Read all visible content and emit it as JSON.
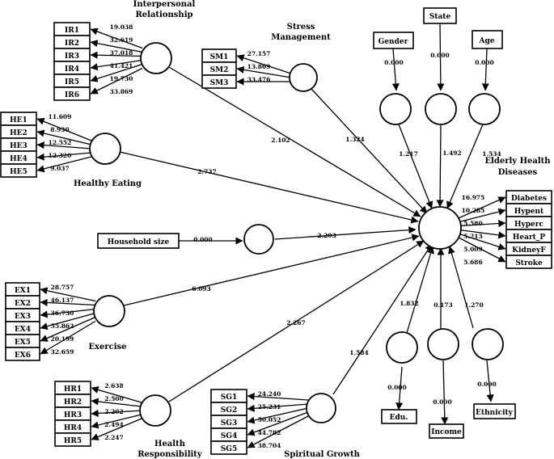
{
  "constructs": {
    "interpersonal": {
      "title": [
        "Interpersonal",
        "Relationship"
      ],
      "indicators": [
        "IR1",
        "IR2",
        "IR3",
        "IR4",
        "IR5",
        "IR6"
      ],
      "weights": [
        "19.038",
        "32.619",
        "37.018",
        "41.421",
        "19.730",
        "33.869"
      ]
    },
    "stress": {
      "title": [
        "Stress",
        "Management"
      ],
      "indicators": [
        "SM1",
        "SM2",
        "SM3"
      ],
      "weights": [
        "27.157",
        "13.869",
        "33.476"
      ]
    },
    "healthy_eating": {
      "title": [
        "Healthy Eating"
      ],
      "indicators": [
        "HE1",
        "HE2",
        "HE3",
        "HE4",
        "HE5"
      ],
      "weights": [
        "11.609",
        "8.930",
        "12.552",
        "12.320",
        "9.037"
      ]
    },
    "household": {
      "indicator": "Household size",
      "weight": "0.000"
    },
    "exercise": {
      "title": [
        "Exercise"
      ],
      "indicators": [
        "EX1",
        "EX2",
        "EX3",
        "EX4",
        "EX5",
        "EX6"
      ],
      "weights": [
        "28.757",
        "46.137",
        "36.730",
        "55.862",
        "20.199",
        "32.659"
      ]
    },
    "health_resp": {
      "title": [
        "Health",
        "Responsibility"
      ],
      "indicators": [
        "HR1",
        "HR2",
        "HR3",
        "HR4",
        "HR5"
      ],
      "weights": [
        "2.638",
        "2.500",
        "2.202",
        "2.494",
        "2.247"
      ]
    },
    "spiritual": {
      "title": [
        "Spiritual Growth"
      ],
      "indicators": [
        "SG1",
        "SG2",
        "SG3",
        "SG4",
        "SG5"
      ],
      "weights": [
        "24.240",
        "25.231",
        "50.052",
        "44.782",
        "38.704"
      ]
    },
    "gender": {
      "indicator": "Gender",
      "weight": "0.000"
    },
    "state": {
      "indicator": "State",
      "weight": "0.000"
    },
    "age": {
      "indicator": "Age",
      "weight": "0.000"
    },
    "education": {
      "indicator": "Edu.",
      "weight": "0.000"
    },
    "income": {
      "indicator": "Income",
      "weight": "0.000"
    },
    "ethnicity": {
      "indicator": "Ethnicity",
      "weight": "0.000"
    },
    "elderly": {
      "title": [
        "Elderly Health",
        "Diseases"
      ],
      "indicators": [
        "Diabetes",
        "Hypent",
        "Hyperc",
        "Heart_P",
        "KidneyF",
        "Stroke"
      ],
      "weights": [
        "16.975",
        "10.285",
        "5.580",
        "5.213",
        "5.009",
        "5.686"
      ]
    }
  },
  "paths": {
    "interpersonal": "2.102",
    "stress": "1.324",
    "healthy_eating": "2.737",
    "household": "2.203",
    "exercise": "6.093",
    "health_resp": "2.267",
    "spiritual": "1.584",
    "gender": "1.217",
    "state": "1.492",
    "age": "1.534",
    "education": "1.832",
    "income": "0.173",
    "ethnicity": "1.270"
  }
}
